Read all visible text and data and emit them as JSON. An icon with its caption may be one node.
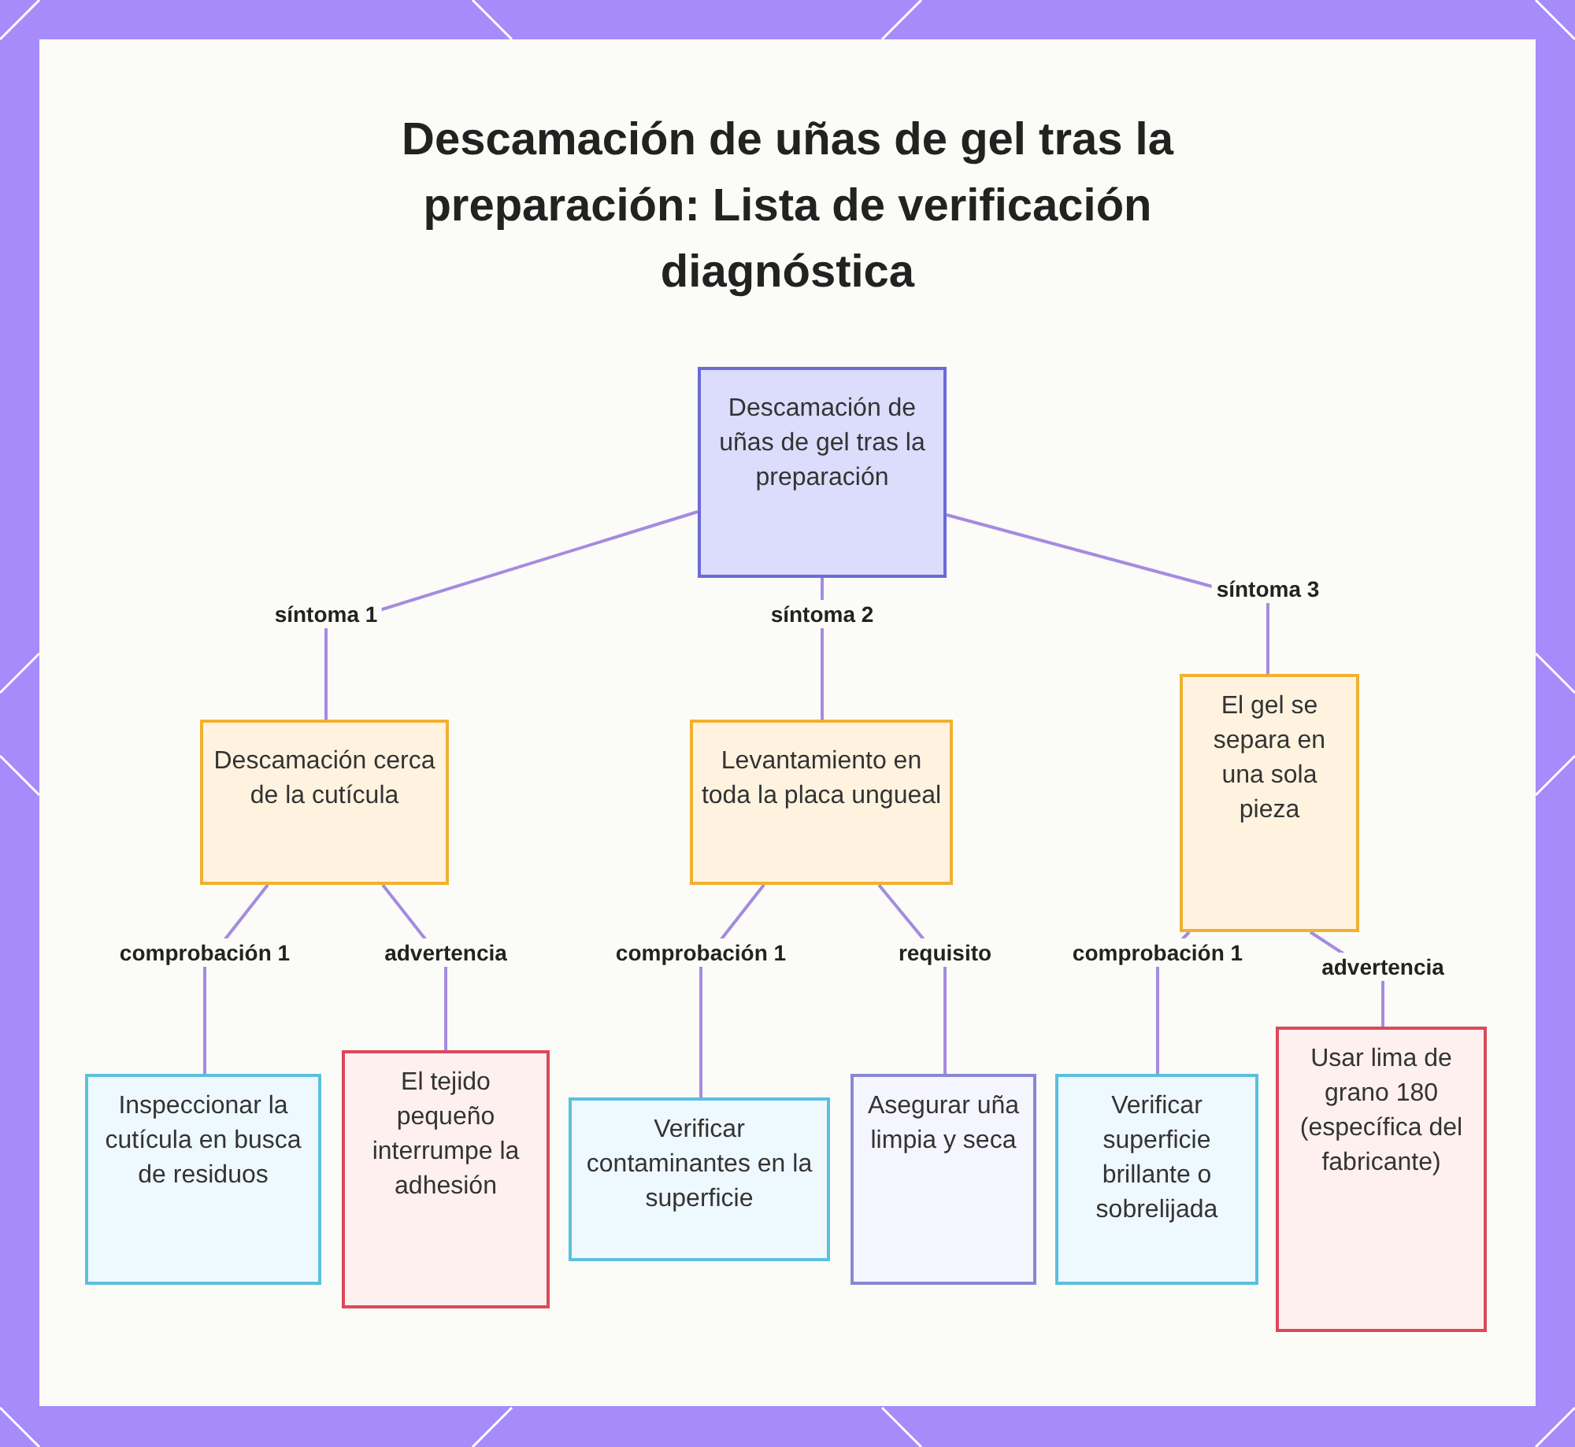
{
  "diagram": {
    "title": "Descamación de uñas de gel tras la preparación: Lista de verificación diagnóstica",
    "nodes": [
      {
        "text": [
          "Descamación de uñas de gel tras la preparación"
        ]
      },
      {
        "text": [
          "Descamación cerca de la cutícula"
        ]
      },
      {
        "text": [
          "Levantamiento en toda la placa ungueal"
        ]
      },
      {
        "text": [
          "El gel se separa en una sola pieza"
        ]
      },
      {
        "text": [
          "Inspeccionar la cutícula en busca de residuos"
        ]
      },
      {
        "text": [
          "El tejido pequeño interrumpe la adhesión"
        ]
      },
      {
        "text": [
          "Verificar contaminantes en la superficie"
        ]
      },
      {
        "text": [
          "Asegurar uña limpia y seca"
        ]
      },
      {
        "text": [
          "Verificar superficie brillante o sobrelijada"
        ]
      },
      {
        "text": [
          "Usar lima de grano 180 (específica del fabricante)"
        ]
      }
    ],
    "edges": [
      {
        "from": 0,
        "to": 1,
        "arrow": "none",
        "label": "síntoma 1"
      },
      {
        "from": 0,
        "to": 2,
        "arrow": "none",
        "label": "síntoma 2"
      },
      {
        "from": 0,
        "to": 3,
        "arrow": "none",
        "label": "síntoma 3"
      },
      {
        "from": 1,
        "to": 4,
        "arrow": "none",
        "label": "comprobación 1"
      },
      {
        "from": 1,
        "to": 5,
        "arrow": "none",
        "label": "advertencia"
      },
      {
        "from": 2,
        "to": 6,
        "arrow": "none",
        "label": "comprobación 1"
      },
      {
        "from": 2,
        "to": 7,
        "arrow": "none",
        "label": "requisito"
      },
      {
        "from": 3,
        "to": 8,
        "arrow": "none",
        "label": "comprobación 1"
      },
      {
        "from": 3,
        "to": 9,
        "arrow": "none",
        "label": "advertencia"
      }
    ]
  }
}
